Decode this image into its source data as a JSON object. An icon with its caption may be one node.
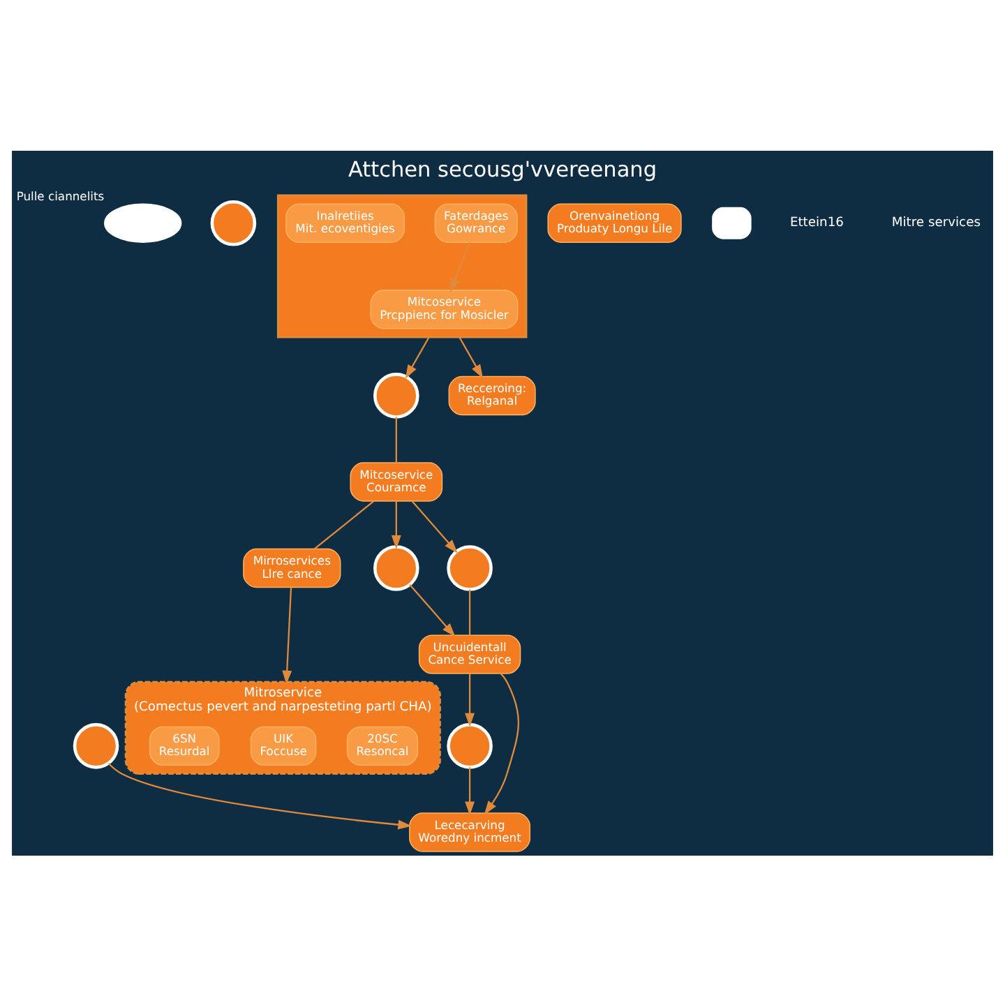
{
  "diagram": {
    "title": "Attchen secousg'vvereenang",
    "nodes": [
      {
        "text": [],
        "shape": "cloud",
        "beside": [
          "Pulle ciannelits"
        ]
      },
      {
        "text": [],
        "shape": "circle"
      },
      {
        "text": [
          "Mirroservices",
          "Llre cance"
        ]
      },
      {
        "text": [
          "Mitroservice",
          "(Comectus pevert and narpesteting partl CHA)"
        ]
      },
      {
        "text": [
          "20SC",
          "Resoncal"
        ],
        "in": 3
      },
      {
        "text": [
          "UIK",
          "Foccuse"
        ],
        "in": 3
      },
      {
        "text": [
          "6SN",
          "Resurdal"
        ],
        "in": 3
      },
      {
        "text": [],
        "shape": "circle"
      },
      {
        "text": [
          "Mitcoservice",
          "Couramce"
        ]
      },
      {
        "text": [],
        "shape": "box"
      },
      {
        "text": [
          "Faterdages",
          "Gowrance"
        ],
        "in": 9
      },
      {
        "text": [
          "Mitcoservice",
          "Prcppienc for Mosicler"
        ],
        "in": 9
      },
      {
        "text": [
          "Inalretiies",
          "Mit. ecoventigies"
        ],
        "in": 9
      },
      {
        "text": [],
        "shape": "circle"
      },
      {
        "text": [],
        "shape": "circle"
      },
      {
        "text": [
          "Uncuidentall",
          "Cance Service"
        ]
      },
      {
        "text": [],
        "shape": "circle"
      },
      {
        "text": [
          "Lececarving",
          "Woredny incment"
        ]
      },
      {
        "text": [],
        "shape": "circle"
      },
      {
        "text": [
          "Recceroing:",
          "Relganal"
        ]
      },
      {
        "text": [
          "Orenvainetiong",
          "Produaty Longu Lile"
        ]
      },
      {
        "text": [],
        "shape": "box"
      }
    ],
    "edges": [
      {
        "from": 8,
        "to": 2,
        "arrow": "none"
      },
      {
        "from": 2,
        "to": 3,
        "arrow": "to"
      },
      {
        "from": 9,
        "to": 7,
        "arrow": "to"
      },
      {
        "from": 9,
        "to": 19,
        "arrow": "to"
      },
      {
        "from": 7,
        "to": 8,
        "arrow": "none"
      },
      {
        "from": 8,
        "to": 13,
        "arrow": "to"
      },
      {
        "from": 8,
        "to": 14,
        "arrow": "to"
      },
      {
        "from": 13,
        "to": 15,
        "arrow": "to"
      },
      {
        "from": 14,
        "to": 15,
        "arrow": "none"
      },
      {
        "from": 15,
        "to": 16,
        "arrow": "to"
      },
      {
        "from": 16,
        "to": 17,
        "arrow": "to"
      },
      {
        "from": 15,
        "to": 17,
        "arrow": "to"
      },
      {
        "from": 18,
        "to": 17,
        "arrow": "to"
      },
      {
        "from": 10,
        "to": 11,
        "arrow": "to"
      }
    ],
    "labels": [
      "Ettein16",
      "Mitre services"
    ]
  }
}
